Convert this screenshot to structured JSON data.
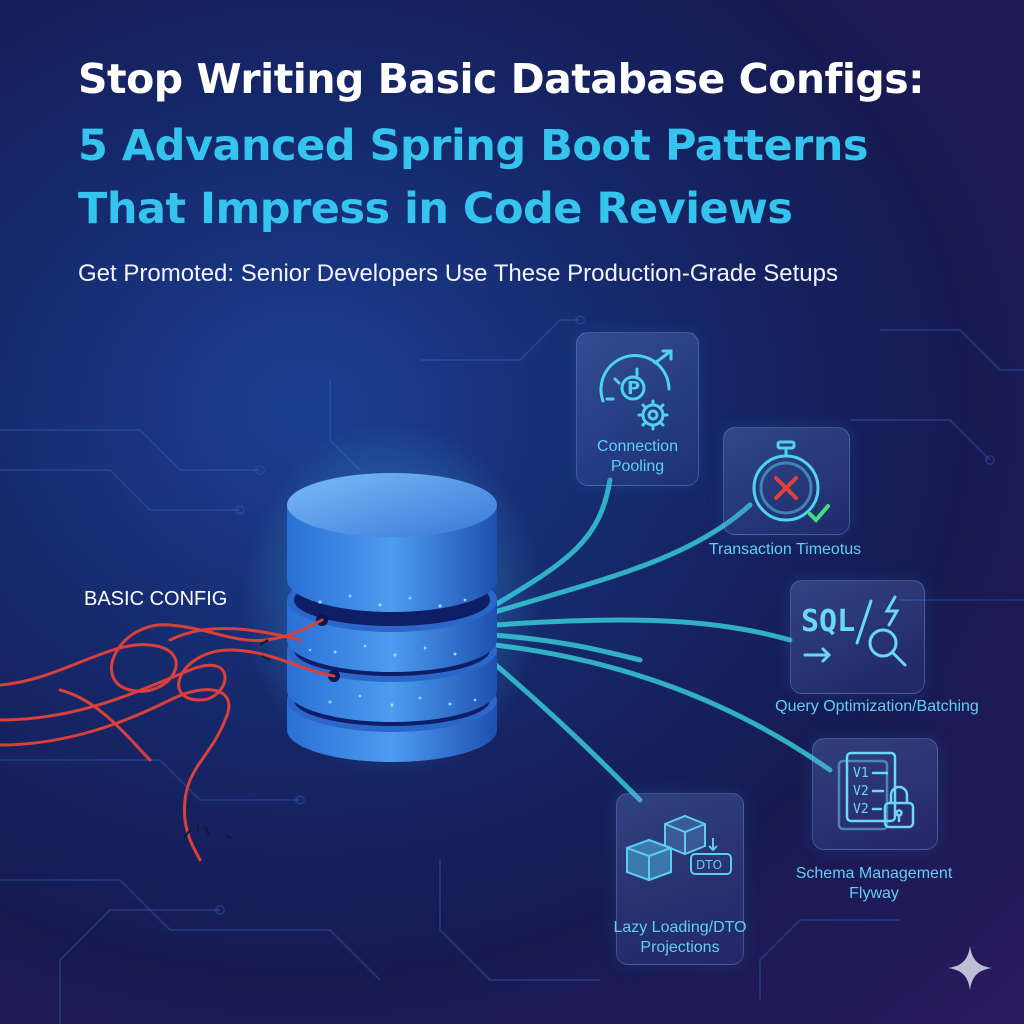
{
  "headline": {
    "line1": "Stop Writing Basic Database Configs:",
    "line2": "5 Advanced Spring Boot Patterns",
    "line3": "That Impress in Code Reviews"
  },
  "subtitle": "Get Promoted: Senior Developers Use These Production-Grade Setups",
  "basic_config_label": "BASIC CONFIG",
  "patterns": [
    {
      "line1": "Connection",
      "line2": "Pooling",
      "icon": "speedometer-gear-icon"
    },
    {
      "line1": "Transaction Timeotus",
      "icon": "stopwatch-x-check-icon"
    },
    {
      "line1": "Query Optimization/Batching",
      "icon": "sql-magnifier-lightning-icon",
      "icon_text": "SQL"
    },
    {
      "line1": "Schema Management",
      "line2": "Flyway",
      "icon": "versioned-docs-lock-icon",
      "icon_text": [
        "V1",
        "V2",
        "V2"
      ]
    },
    {
      "line1": "Lazy Loading/DTO",
      "line2": "Projections",
      "icon": "cubes-dto-icon",
      "icon_text": "DTO"
    }
  ],
  "colors": {
    "accent": "#34c4ee",
    "cable": "#36c9d6",
    "tangle": "#d9403a"
  }
}
